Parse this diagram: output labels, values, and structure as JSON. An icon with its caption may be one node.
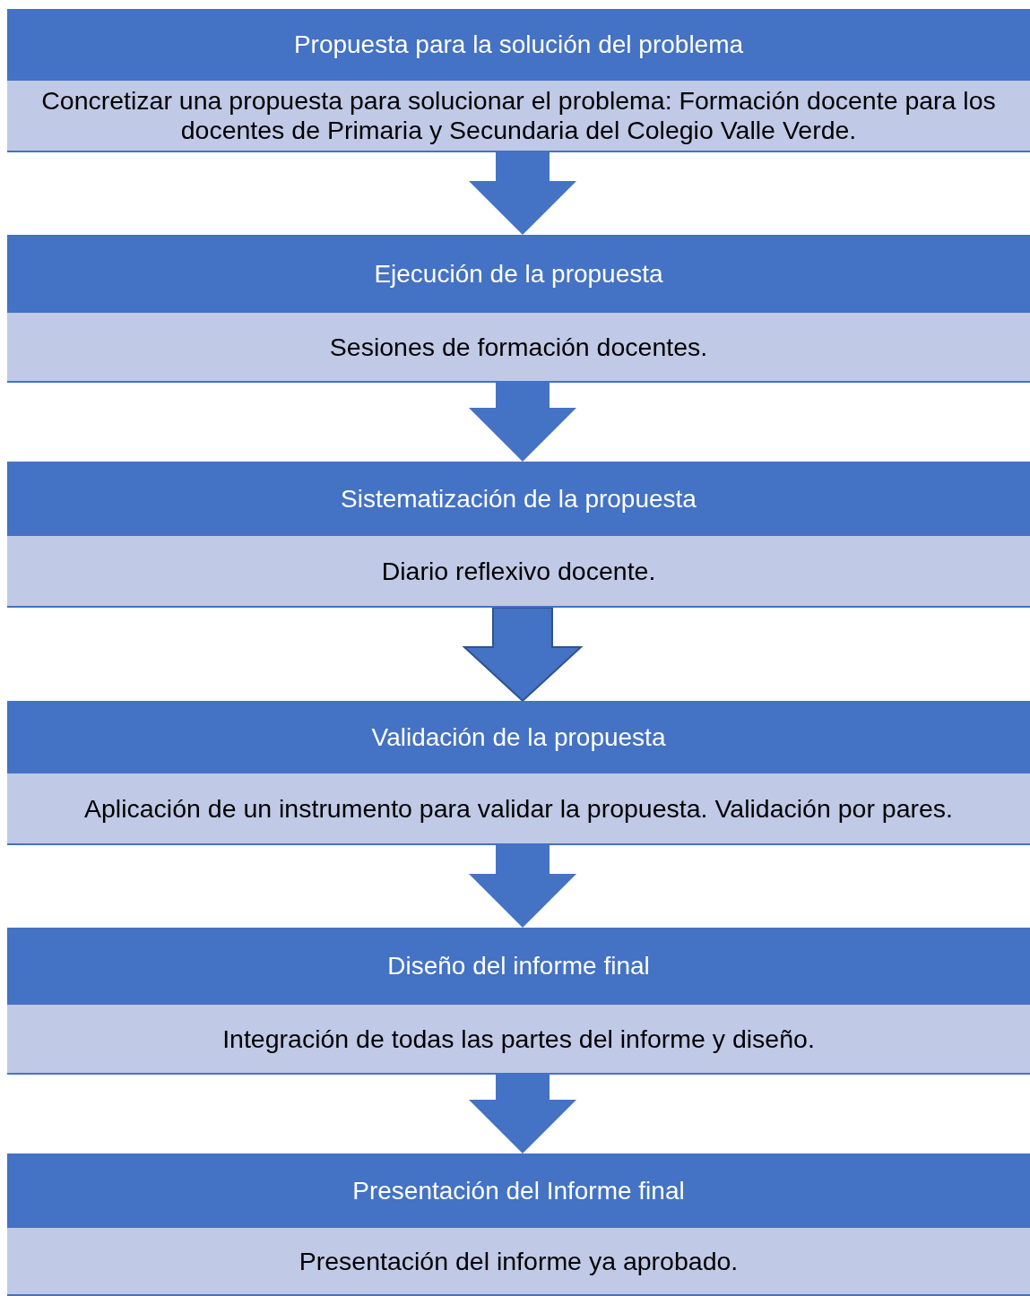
{
  "diagram": {
    "nodes": [
      {
        "text": [
          "Propuesta para la solución del problema"
        ]
      },
      {
        "text": [
          "Concretizar una propuesta para solucionar el problema: Formación docente para los docentes de Primaria y  Secundaria del Colegio Valle Verde."
        ]
      },
      {
        "text": [
          "Ejecución de la propuesta"
        ]
      },
      {
        "text": [
          "Sesiones de formación docentes."
        ]
      },
      {
        "text": [
          "Sistematización de la propuesta"
        ]
      },
      {
        "text": [
          "Diario reflexivo docente."
        ]
      },
      {
        "text": [
          "Validación de la propuesta"
        ]
      },
      {
        "text": [
          "Aplicación de un instrumento para validar la propuesta. Validación por pares."
        ]
      },
      {
        "text": [
          "Diseño del informe final"
        ]
      },
      {
        "text": [
          "Integración de todas las partes del informe y diseño."
        ]
      },
      {
        "text": [
          "Presentación del Informe final"
        ]
      },
      {
        "text": [
          "Presentación del informe ya aprobado."
        ]
      }
    ],
    "edges": [
      {
        "from": 1,
        "to": 2,
        "arrow": "to"
      },
      {
        "from": 3,
        "to": 4,
        "arrow": "to"
      },
      {
        "from": 5,
        "to": 6,
        "arrow": "to",
        "color": "#2f528f"
      },
      {
        "from": 7,
        "to": 8,
        "arrow": "to"
      },
      {
        "from": 9,
        "to": 10,
        "arrow": "to"
      }
    ]
  }
}
